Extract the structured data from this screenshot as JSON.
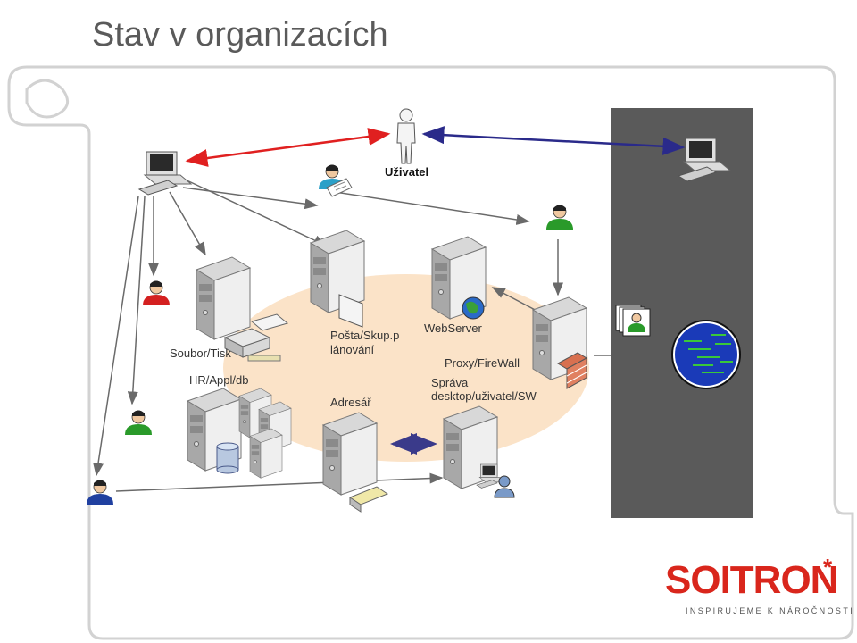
{
  "slide": {
    "title": "Stav v organizacích"
  },
  "labels": {
    "uzivatel": "Uživatel",
    "soubor_tisk": "Soubor/Tisk",
    "hr_appl_db": "HR/Appl/db",
    "posta_line1": "Pošta/Skup.p",
    "posta_line2": "lánování",
    "adresar": "Adresář",
    "webserver": "WebServer",
    "proxy_firewall": "Proxy/FireWall",
    "sprava_line1": "Správa",
    "sprava_line2": "desktop/uživatel/SW"
  },
  "logo": {
    "name": "SOITRON",
    "star": "*",
    "tagline": "INSPIRUJEME K NÁROČNOSTI",
    "color": "#d9261c"
  },
  "colors": {
    "title": "#5a5a5a",
    "red_arrow": "#e02020",
    "blue_arrow": "#2a2a8a",
    "dark_panel": "#5a5a5a",
    "ellipse": "#fbe3c8"
  },
  "icons": [
    "computer-icon",
    "user-icon",
    "server-icon",
    "printer-icon",
    "database-icon",
    "globe-icon",
    "firewall-icon"
  ]
}
